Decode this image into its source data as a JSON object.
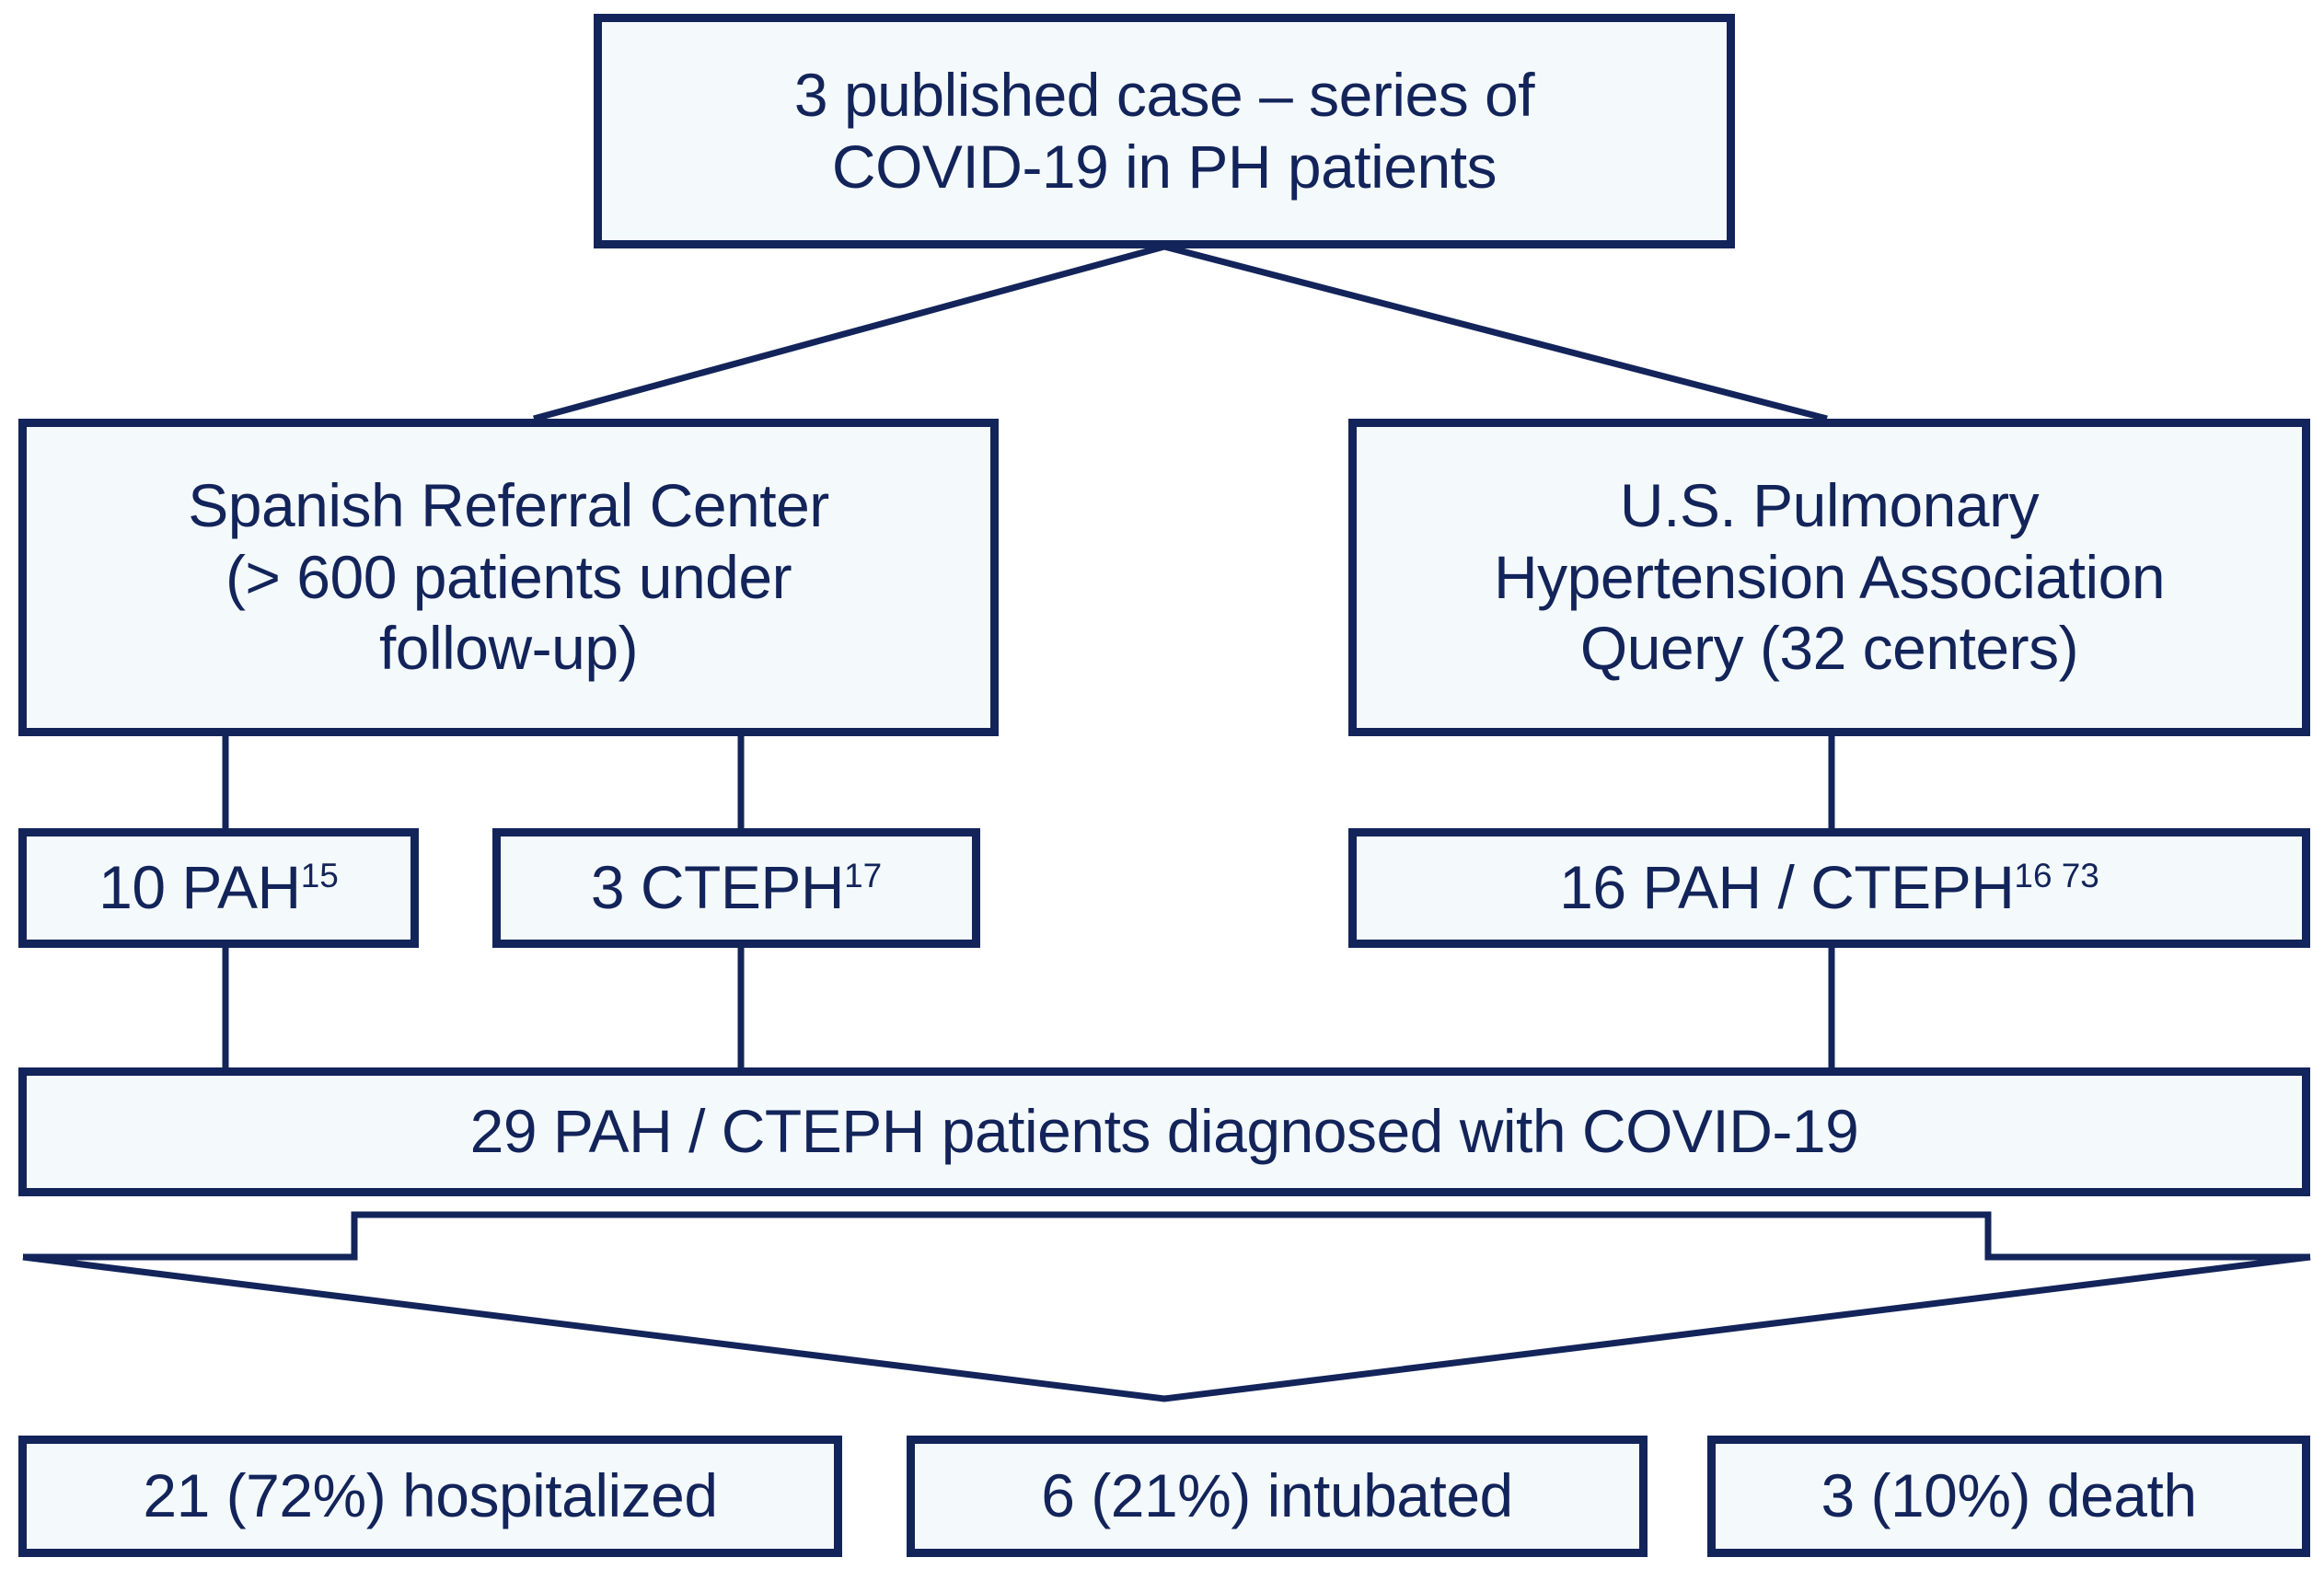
{
  "diagram": {
    "title_node": {
      "id": "top",
      "text": "3 published case – series of\nCOVID-19 in PH patients"
    },
    "sources": [
      {
        "id": "spanish-referral-center",
        "text": "Spanish Referral Center\n(> 600 patients under\nfollow-up)"
      },
      {
        "id": "us-pha-query",
        "text": "U.S. Pulmonary\nHypertension Association\nQuery (32 centers)"
      }
    ],
    "cohorts": [
      {
        "id": "pah-10",
        "text": "10 PAH",
        "superscript": "15"
      },
      {
        "id": "cteph-3",
        "text": "3 CTEPH",
        "superscript": "17"
      },
      {
        "id": "pah-cteph-16",
        "text": "16 PAH / CTEPH",
        "superscript": "16 73"
      }
    ],
    "total_node": {
      "id": "total-29",
      "text": "29 PAH / CTEPH patients diagnosed with COVID-19"
    },
    "outcomes": [
      {
        "id": "hospitalized",
        "text": "21 (72%) hospitalized",
        "count": 21,
        "percent": 72
      },
      {
        "id": "intubated",
        "text": "6 (21%) intubated",
        "count": 6,
        "percent": 21
      },
      {
        "id": "death",
        "text": "3 (10%) death",
        "count": 3,
        "percent": 10
      }
    ],
    "colors": {
      "border": "#13245a",
      "fill": "#f4fafc",
      "text": "#13245a",
      "background": "#ffffff"
    }
  }
}
